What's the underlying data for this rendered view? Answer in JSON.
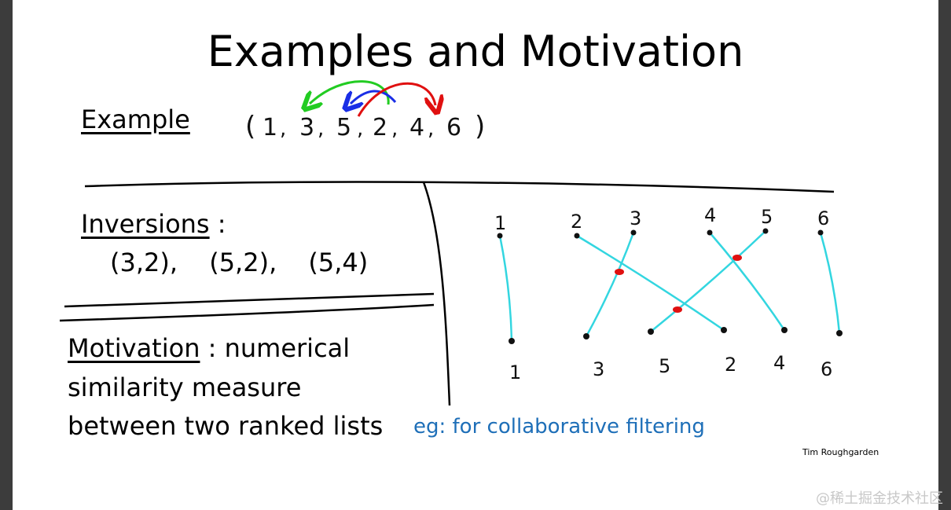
{
  "slide": {
    "title": "Examples and Motivation",
    "example_label": "Example",
    "example_sequence": [
      "(",
      "1",
      ",",
      "3",
      ",",
      "5",
      ",",
      "2",
      ",",
      "4",
      ",",
      "6",
      ")"
    ],
    "inversions_label": "Inversions",
    "inversions_colon": " :",
    "inversion_pairs": [
      "(3,2),",
      "(5,2),",
      "(5,4)"
    ],
    "motivation_label": "Motivation",
    "motivation_rest": " : numerical",
    "motivation_line2": "similarity measure",
    "motivation_line3": "between two ranked lists",
    "note": "eg: for collaborative filtering",
    "author": "Tim Roughgarden"
  },
  "diagram": {
    "top_labels": [
      "1",
      "2",
      "3",
      "4",
      "5",
      "6"
    ],
    "bottom_labels": [
      "1",
      "3",
      "5",
      "2",
      "4",
      "6"
    ],
    "edge_color": "#33d6e0",
    "crossing_color": "#e01010"
  },
  "arrow_colors": {
    "green": "#22cc22",
    "blue": "#1a2ee6",
    "red": "#e01010"
  },
  "watermark": "@稀土掘金技术社区"
}
